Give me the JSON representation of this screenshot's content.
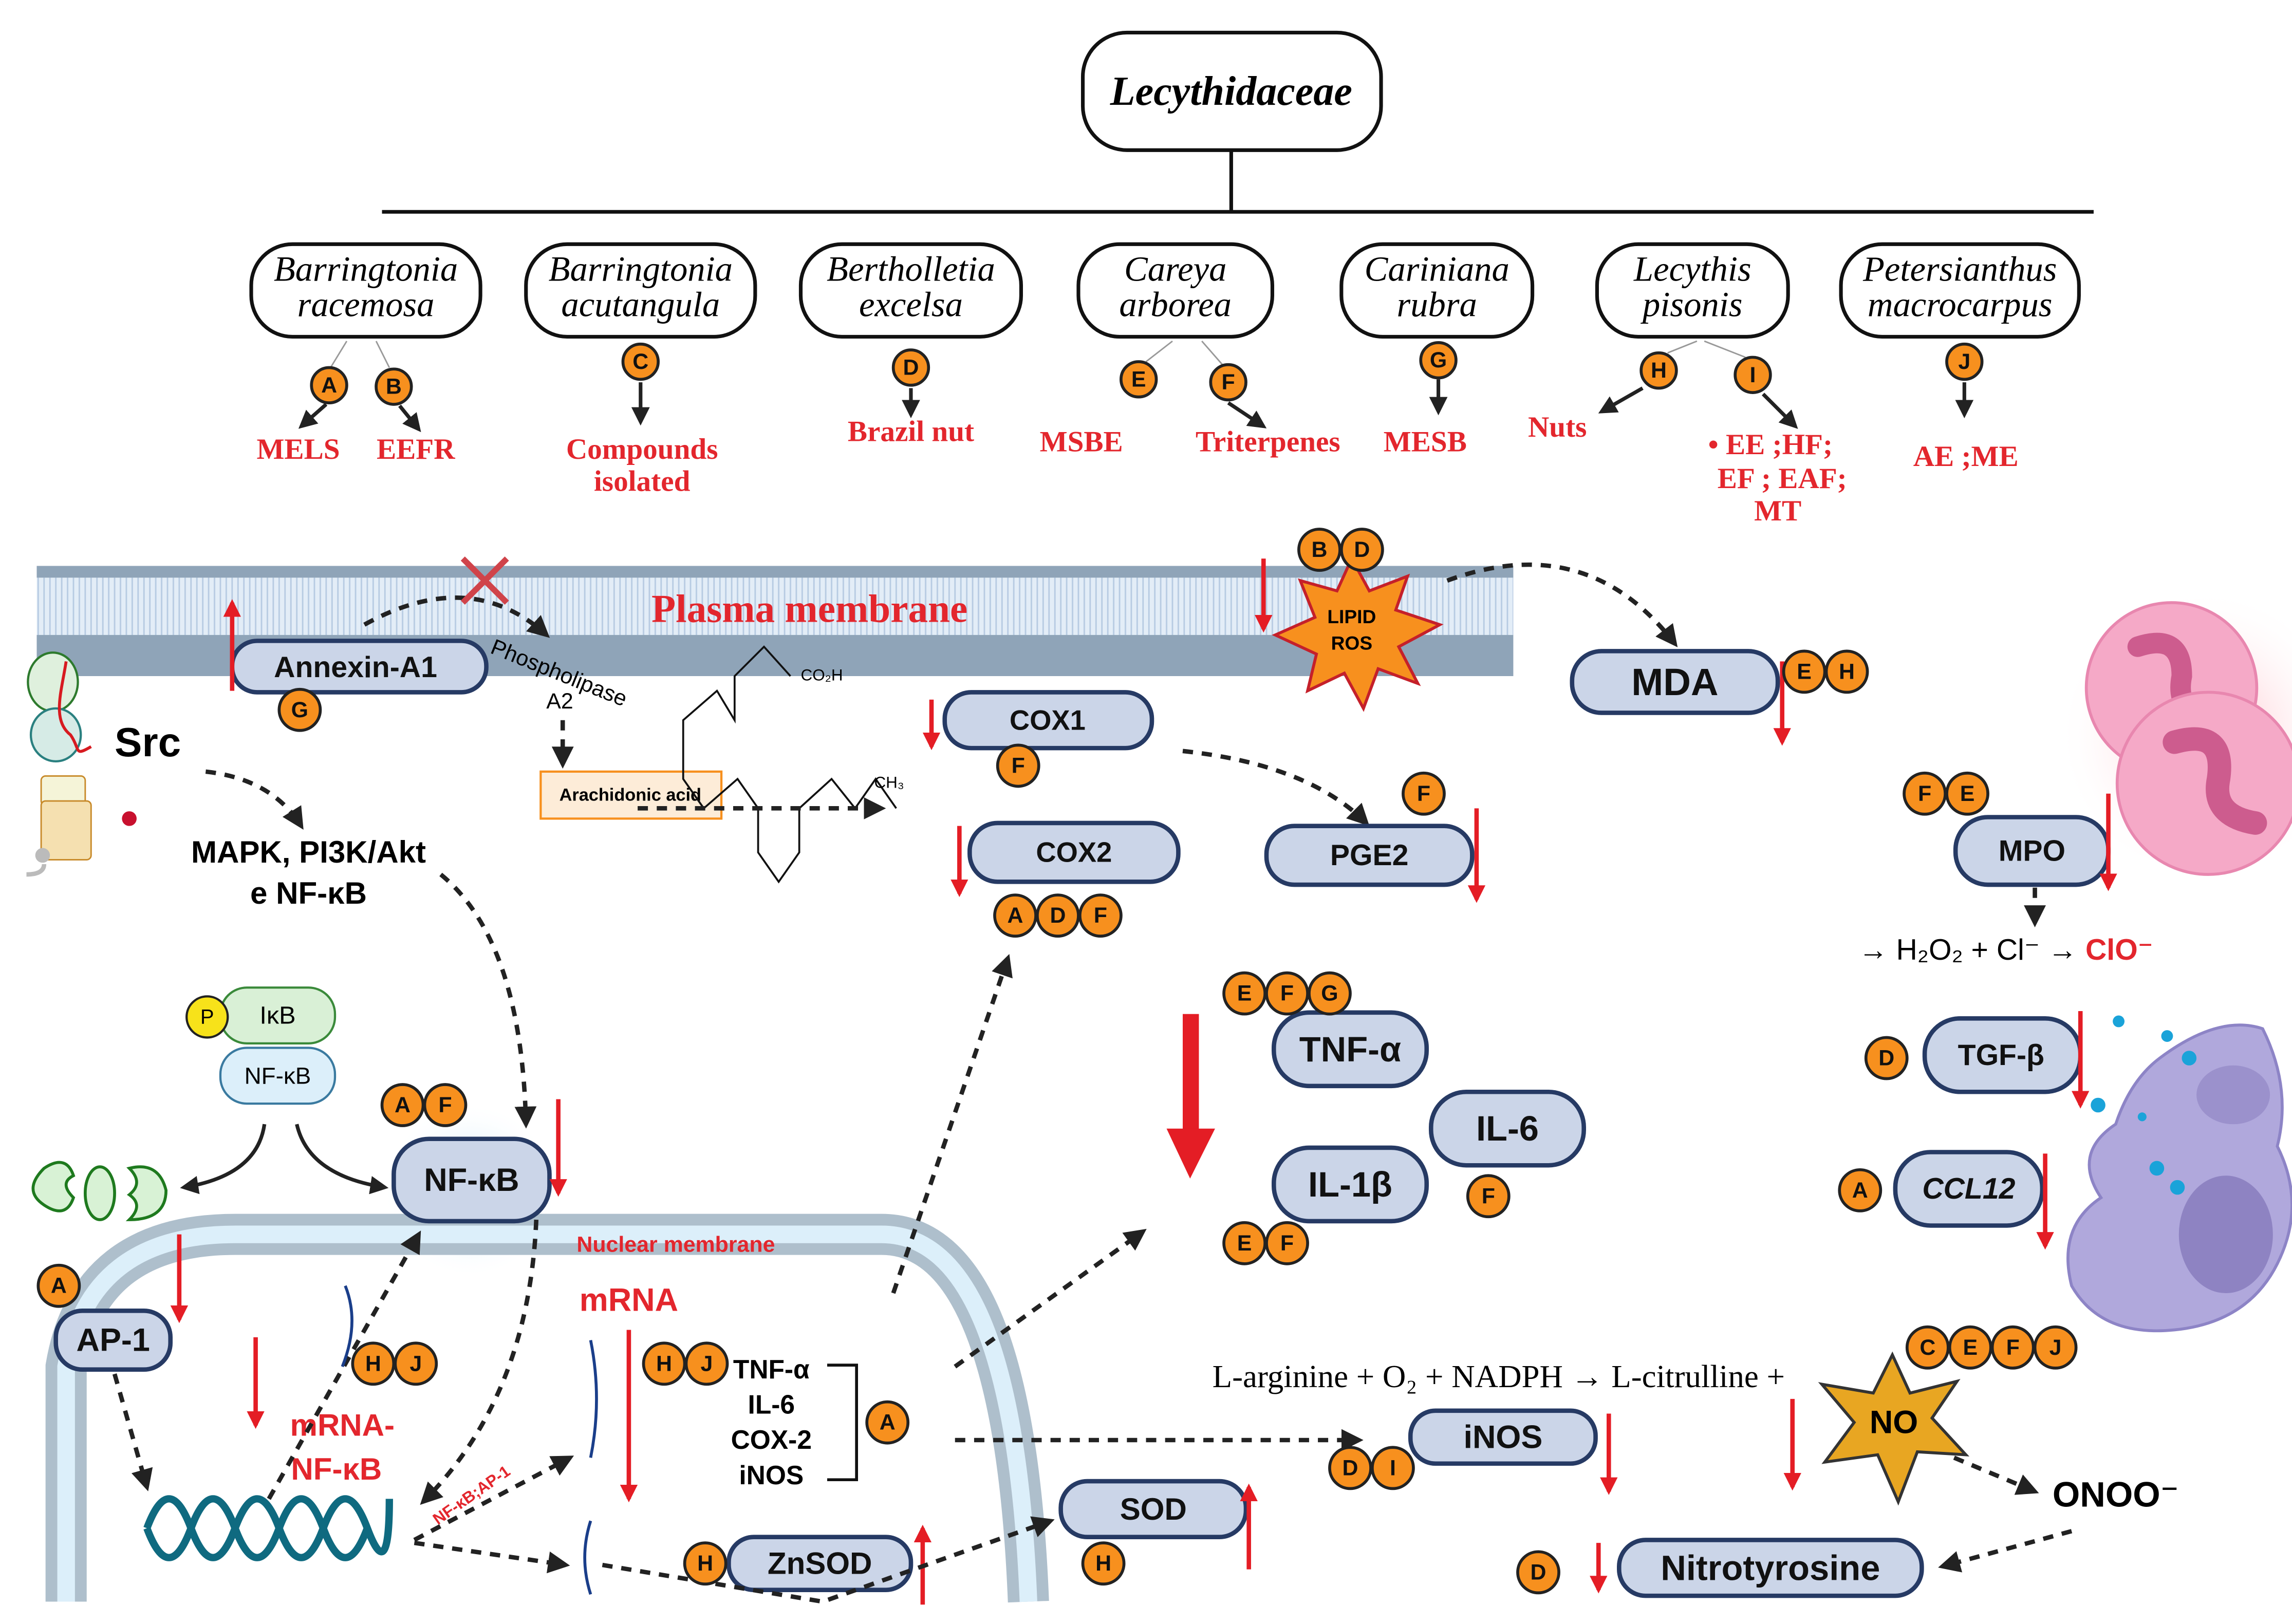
{
  "title": "Lecythidaceae",
  "species": [
    {
      "line1": "Barringtonia",
      "line2": "racemosa"
    },
    {
      "line1": "Barringtonia",
      "line2": "acutangula"
    },
    {
      "line1": "Bertholletia",
      "line2": "excelsa"
    },
    {
      "line1": "Careya",
      "line2": "arborea"
    },
    {
      "line1": "Cariniana",
      "line2": "rubra"
    },
    {
      "line1": "Lecythis",
      "line2": "pisonis"
    },
    {
      "line1": "Petersianthus",
      "line2": "macrocarpus"
    }
  ],
  "extracts": {
    "mels": "MELS",
    "eefr": "EEFR",
    "compounds1": "Compounds",
    "compounds2": "isolated",
    "brazil": "Brazil nut",
    "msbe": "MSBE",
    "triterpenes": "Triterpenes",
    "mesb": "MESB",
    "nuts": "Nuts",
    "lp1": "• EE ;HF;",
    "lp2": "EF ; EAF;",
    "lp3": "MT",
    "pm": "AE ;ME"
  },
  "species_badges": [
    "A",
    "B",
    "C",
    "D",
    "E",
    "F",
    "G",
    "H",
    "I",
    "J"
  ],
  "labels": {
    "plasma_membrane": "Plasma membrane",
    "annexin": "Annexin-A1",
    "phospholipase": "Phospholipase",
    "a2": "A2",
    "arachidonic": "Arachidonic acid",
    "co2h": "CO₂H",
    "ch3": "CH₃",
    "src": "Src",
    "mapk1": "MAPK, PI3K/Akt",
    "mapk2": "e NF-κB",
    "lipid1": "LIPID",
    "lipid2": "ROS",
    "mda": "MDA",
    "cox1": "COX1",
    "cox2": "COX2",
    "pge2": "PGE2",
    "mpo": "MPO",
    "mpo_reaction_pre": "→ H₂O₂ + Cl⁻ → ",
    "mpo_reaction_product": "ClO⁻",
    "tgfb": "TGF-β",
    "ccl12": "CCL12",
    "tnfa": "TNF-α",
    "il6": "IL-6",
    "il1b": "IL-1β",
    "p": "P",
    "ikb": "IκB",
    "nfkb_small": "NF-κB",
    "nfkb": "NF-κB",
    "ap1": "AP-1",
    "nuclear_membrane": "Nuclear membrane",
    "mrna": "mRNA",
    "mrna_nfkb1": "mRNA-",
    "mrna_nfkb2": "NF-κB",
    "nfkb_ap1": "NF-κB;AP-1",
    "genes": [
      "TNF-α",
      "IL-6",
      "COX-2",
      "iNOS"
    ],
    "sod": "SOD",
    "znsod": "ZnSOD",
    "larginine": "L-arginine + O₂ + NADPH → L-citrulline +",
    "no": "NO",
    "inos": "iNOS",
    "onoo": "ONOO⁻",
    "nitrotyrosine": "Nitrotyrosine"
  },
  "node_badges": {
    "annexin": [
      "G"
    ],
    "lipid": [
      "B",
      "D"
    ],
    "mda": [
      "E",
      "H"
    ],
    "cox1": [
      "F"
    ],
    "cox2": [
      "A",
      "D",
      "F"
    ],
    "pge2": [
      "F"
    ],
    "mpo": [
      "F",
      "E"
    ],
    "tgfb": [
      "D"
    ],
    "ccl12": [
      "A"
    ],
    "tnfa": [
      "E",
      "F",
      "G"
    ],
    "il6": [
      "F"
    ],
    "il1b": [
      "E",
      "F"
    ],
    "nfkb": [
      "A",
      "F"
    ],
    "ap1": [
      "A"
    ],
    "mrna_left": [
      "H",
      "J"
    ],
    "mrna_right": [
      "H",
      "J"
    ],
    "genes": [
      "A"
    ],
    "sod": [
      "H"
    ],
    "znsod": [
      "H"
    ],
    "no": [
      "C",
      "E",
      "F",
      "J"
    ],
    "inos": [
      "D",
      "I"
    ],
    "nitrotyrosine": [
      "D"
    ]
  },
  "colors": {
    "accent_red": "#e3262d",
    "badge_orange": "#f7901e",
    "pill_fill": "#cbd5e8",
    "pill_stroke": "#263a64"
  }
}
